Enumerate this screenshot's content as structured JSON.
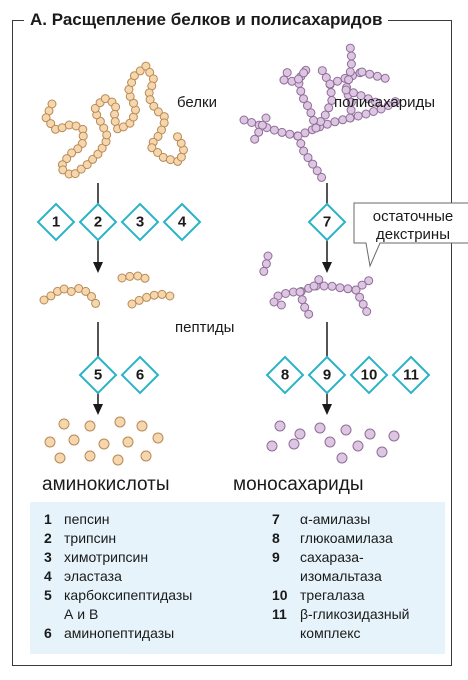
{
  "title": "А. Расщепление белков и полисахаридов",
  "labels": {
    "proteins": "белки",
    "polysaccharides": "полисахариды",
    "peptides": "пептиды",
    "dextrins": "остаточные\nдекстрины",
    "amino_acids": "аминокислоты",
    "monosaccharides": "моносахариды"
  },
  "protein_enzymes_step1": [
    "1",
    "2",
    "3",
    "4"
  ],
  "protein_enzymes_step2": [
    "5",
    "6"
  ],
  "carb_enzymes_step1": [
    "7"
  ],
  "carb_enzymes_step2": [
    "8",
    "9",
    "10",
    "11"
  ],
  "legend_left": [
    {
      "num": "1",
      "text": "пепсин"
    },
    {
      "num": "2",
      "text": "трипсин"
    },
    {
      "num": "3",
      "text": "химотрипсин"
    },
    {
      "num": "4",
      "text": "эластаза"
    },
    {
      "num": "5",
      "text": "карбоксипептидазы\nА и В"
    },
    {
      "num": "6",
      "text": "аминопептидазы"
    }
  ],
  "legend_right": [
    {
      "num": "7",
      "text": "α-амилазы"
    },
    {
      "num": "8",
      "text": "глюкоамилаза"
    },
    {
      "num": "9",
      "text": "сахараза-\nизомальтаза"
    },
    {
      "num": "10",
      "text": "трегалаза"
    },
    {
      "num": "11",
      "text": "β-гликозидазный\nкомплекс"
    }
  ],
  "colors": {
    "protein_bead": "#f6d7ad",
    "protein_bead_stroke": "#b78a55",
    "sugar_bead": "#ddc6e2",
    "sugar_bead_stroke": "#8f6d98",
    "diamond_stroke": "#2bb3c8",
    "legend_bg": "#e6f3fa"
  }
}
